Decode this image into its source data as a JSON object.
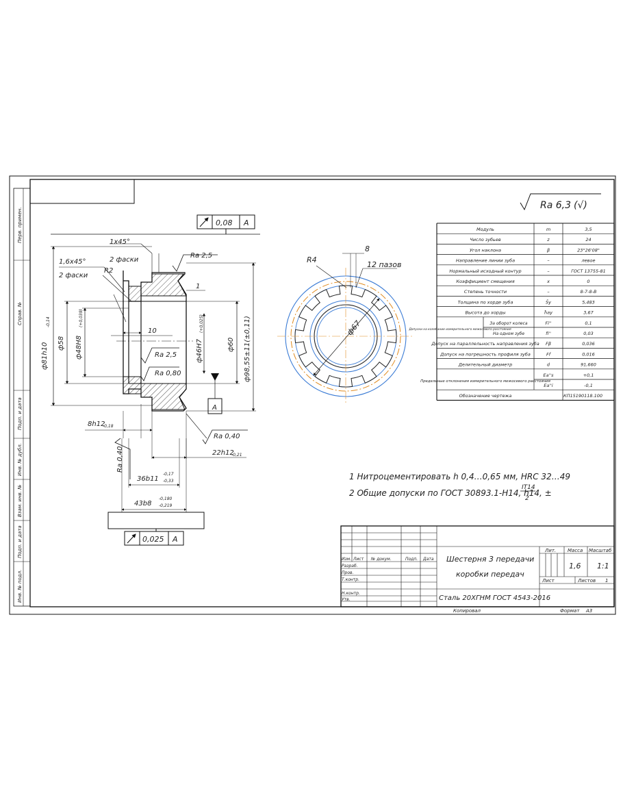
{
  "roughness_general": {
    "prefix": "Ra 6,3",
    "suffix": "(√)"
  },
  "side_stamps": [
    "Перв. примен.",
    "Справ. №",
    "Подп. и дата",
    "Инв. № дубл.",
    "Взам. инв. №",
    "Подп. и дата",
    "Инв. № подл."
  ],
  "left_view": {
    "flatness_value": "0,08",
    "flatness_datum": "A",
    "runout_value": "0,025",
    "runout_datum": "A",
    "datum_letter": "A",
    "dims": {
      "chamfer_top": "1x45°",
      "chamfer_top_note": "2 фаски",
      "chamfer_left": "1,6x45°",
      "chamfer_left_note": "2 фаски",
      "radius_r2": "R2",
      "ra_top": "Ra 2,5",
      "ra_mid": "Ra 2,5",
      "ra_080": "Ra 0,80",
      "ra_040_right": "Ra 0,40",
      "ra_040_left": "Ra 0,40",
      "small_1": "1",
      "len_10": "10",
      "d81": "ф81h10",
      "d81_tol": "-0,14",
      "d58": "ф58",
      "d48": "ф48H8",
      "d48_tol": "(+0,039)",
      "d46": "ф46H7",
      "d46_tol": "(+0,025)",
      "d60": "ф60",
      "d98": "ф98,55±11(±0,11)",
      "w8": "8h12",
      "w8_tol": "-0,18",
      "w22": "22h12",
      "w22_tol": "-0,21",
      "w36": "36b11",
      "w36_tol_up": "-0,17",
      "w36_tol_lo": "-0,33",
      "w43": "43b8",
      "w43_tol_up": "-0,180",
      "w43_tol_lo": "-0,219"
    }
  },
  "right_view": {
    "r4": "R4",
    "slot_width": "8",
    "slots": "12 пазов",
    "dia": "ф67"
  },
  "param_table": {
    "rows": [
      {
        "name": "Модуль",
        "sym": "m",
        "val": "3,5"
      },
      {
        "name": "Число зубьев",
        "sym": "z",
        "val": "24"
      },
      {
        "name": "Угол наклона",
        "sym": "β",
        "val": "23°26'08\""
      },
      {
        "name": "Направление линии зуба",
        "sym": "–",
        "val": "левое"
      },
      {
        "name": "Нормальный исходный контур",
        "sym": "–",
        "val": "ГОСТ 13755-81"
      },
      {
        "name": "Коэффициент смещения",
        "sym": "x",
        "val": "0"
      },
      {
        "name": "Степень точности",
        "sym": "–",
        "val": "8-7-8-B"
      },
      {
        "name": "Толщина по хорде зуба",
        "sym": "S̄y",
        "val": "5,483"
      },
      {
        "name": "Высота до хорды",
        "sym": "h̄ay",
        "val": "3,67"
      }
    ],
    "tol_group": "Допуски на колебание измерительного межосевого расстояния",
    "tol_rows": [
      {
        "name": "За оборот колеса",
        "sym": "Fi''",
        "val": "0,1"
      },
      {
        "name": "На одном зубе",
        "sym": "fi''",
        "val": "0,03"
      }
    ],
    "rows2": [
      {
        "name": "Допуск на параллельность направления зуба",
        "sym": "Fβ",
        "val": "0,036"
      },
      {
        "name": "Допуск на погрешность профиля зуба",
        "sym": "Ff",
        "val": "0,016"
      },
      {
        "name": "Делительный диаметр",
        "sym": "d",
        "val": "91,660"
      }
    ],
    "dev_group": "Предельные отклонения измерительного межосевого расстояния",
    "dev_rows": [
      {
        "sym": "Ea''s",
        "val": "+0,1"
      },
      {
        "sym": "Ea''i",
        "val": "-0,1"
      }
    ],
    "designation": {
      "name": "Обозначение чертежа",
      "val": "КП15190118.100"
    }
  },
  "notes": {
    "line1": "1 Нитроцементировать h 0,4…0,65 мм, HRC 32…49",
    "line2": "2 Общие допуски по ГОСТ 30893.1-H14, h14, ±",
    "frac_top": "IT14",
    "frac_bottom": "2"
  },
  "title_block": {
    "title_line1": "Шестерня 3 передачи",
    "title_line2": "коробки передач",
    "material": "Сталь 20ХГНМ ГОСТ 4543-2016",
    "headers": [
      "Изм.",
      "Лист",
      "№ докум.",
      "Подп.",
      "Дата"
    ],
    "roles": [
      "Разраб.",
      "Пров.",
      "Т.контр.",
      "Н.контр.",
      "Утв."
    ],
    "lit_label": "Лит.",
    "mass_label": "Масса",
    "scale_label": "Масштаб",
    "mass": "1,6",
    "scale": "1:1",
    "sheet_label": "Лист",
    "sheets_label": "Листов",
    "sheets": "1",
    "copied": "Копировал",
    "format_label": "Формат",
    "format": "A3"
  }
}
